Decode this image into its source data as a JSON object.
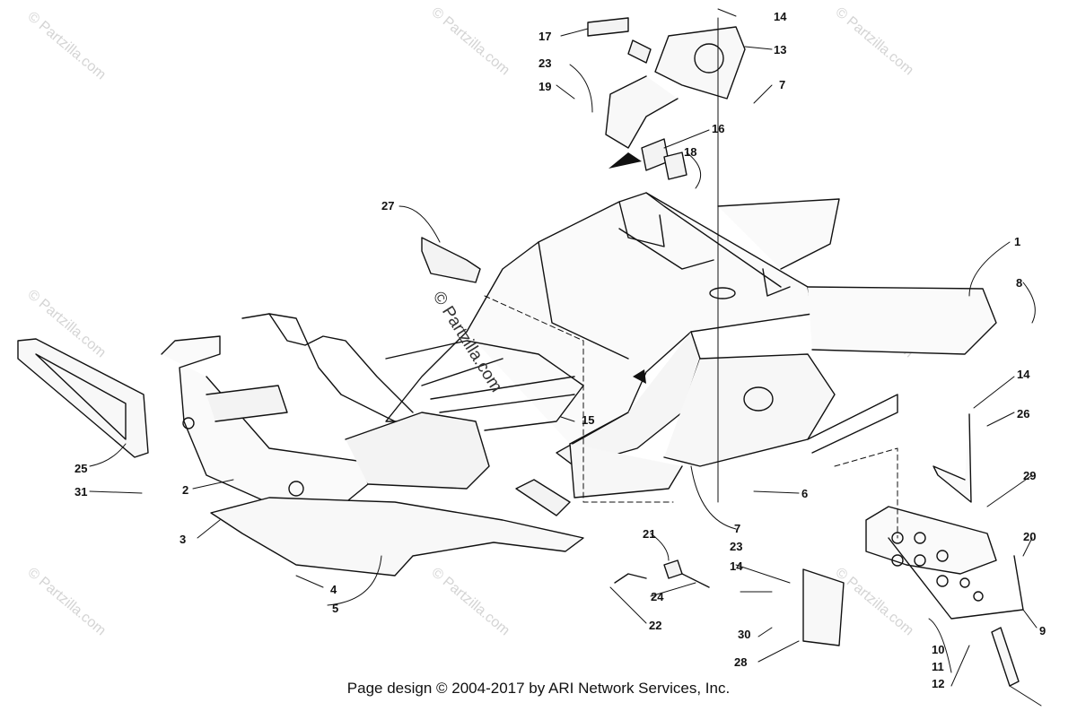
{
  "footer": {
    "credit": "Page design © 2004-2017 by ARI Network Services, Inc."
  },
  "watermark": {
    "text": "© Partzilla.com"
  },
  "callouts": [
    "1",
    "2",
    "3",
    "4",
    "5",
    "6",
    "7",
    "7",
    "8",
    "9",
    "10",
    "11",
    "12",
    "13",
    "14",
    "14",
    "14",
    "15",
    "16",
    "17",
    "18",
    "19",
    "20",
    "21",
    "22",
    "23",
    "23",
    "24",
    "25",
    "26",
    "27",
    "28",
    "29",
    "30",
    "31"
  ]
}
